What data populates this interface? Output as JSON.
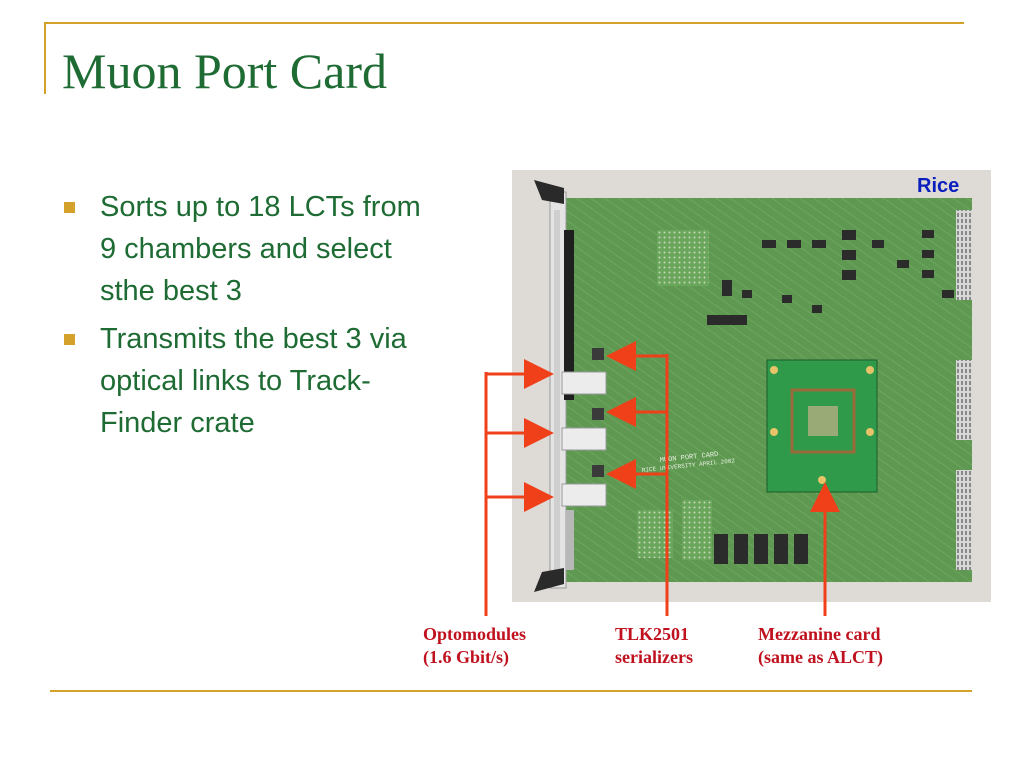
{
  "slide": {
    "title": "Muon Port Card",
    "bullets": [
      "Sorts up to 18 LCTs from 9 chambers and select sthe best 3",
      "Transmits the best 3 via optical links to Track-Finder crate"
    ]
  },
  "photo": {
    "board_silkscreen": [
      "MUON PORT CARD",
      "RICE UNIVERSITY APRIL 2002"
    ],
    "corner_label": "Rice"
  },
  "callouts": {
    "optomodules": {
      "line1": "Optomodules",
      "line2": "(1.6 Gbit/s)"
    },
    "serializers": {
      "line1": "TLK2501",
      "line2": "serializers"
    },
    "mezzanine": {
      "line1": "Mezzanine card",
      "line2": "(same as ALCT)"
    }
  },
  "colors": {
    "title_text": "#1e6b33",
    "accent_rule": "#d4a22a",
    "callout_text": "#c0111e",
    "arrow": "#f0401a",
    "pcb_green": "#5f9a52",
    "corner_label": "#0b1fbf"
  }
}
